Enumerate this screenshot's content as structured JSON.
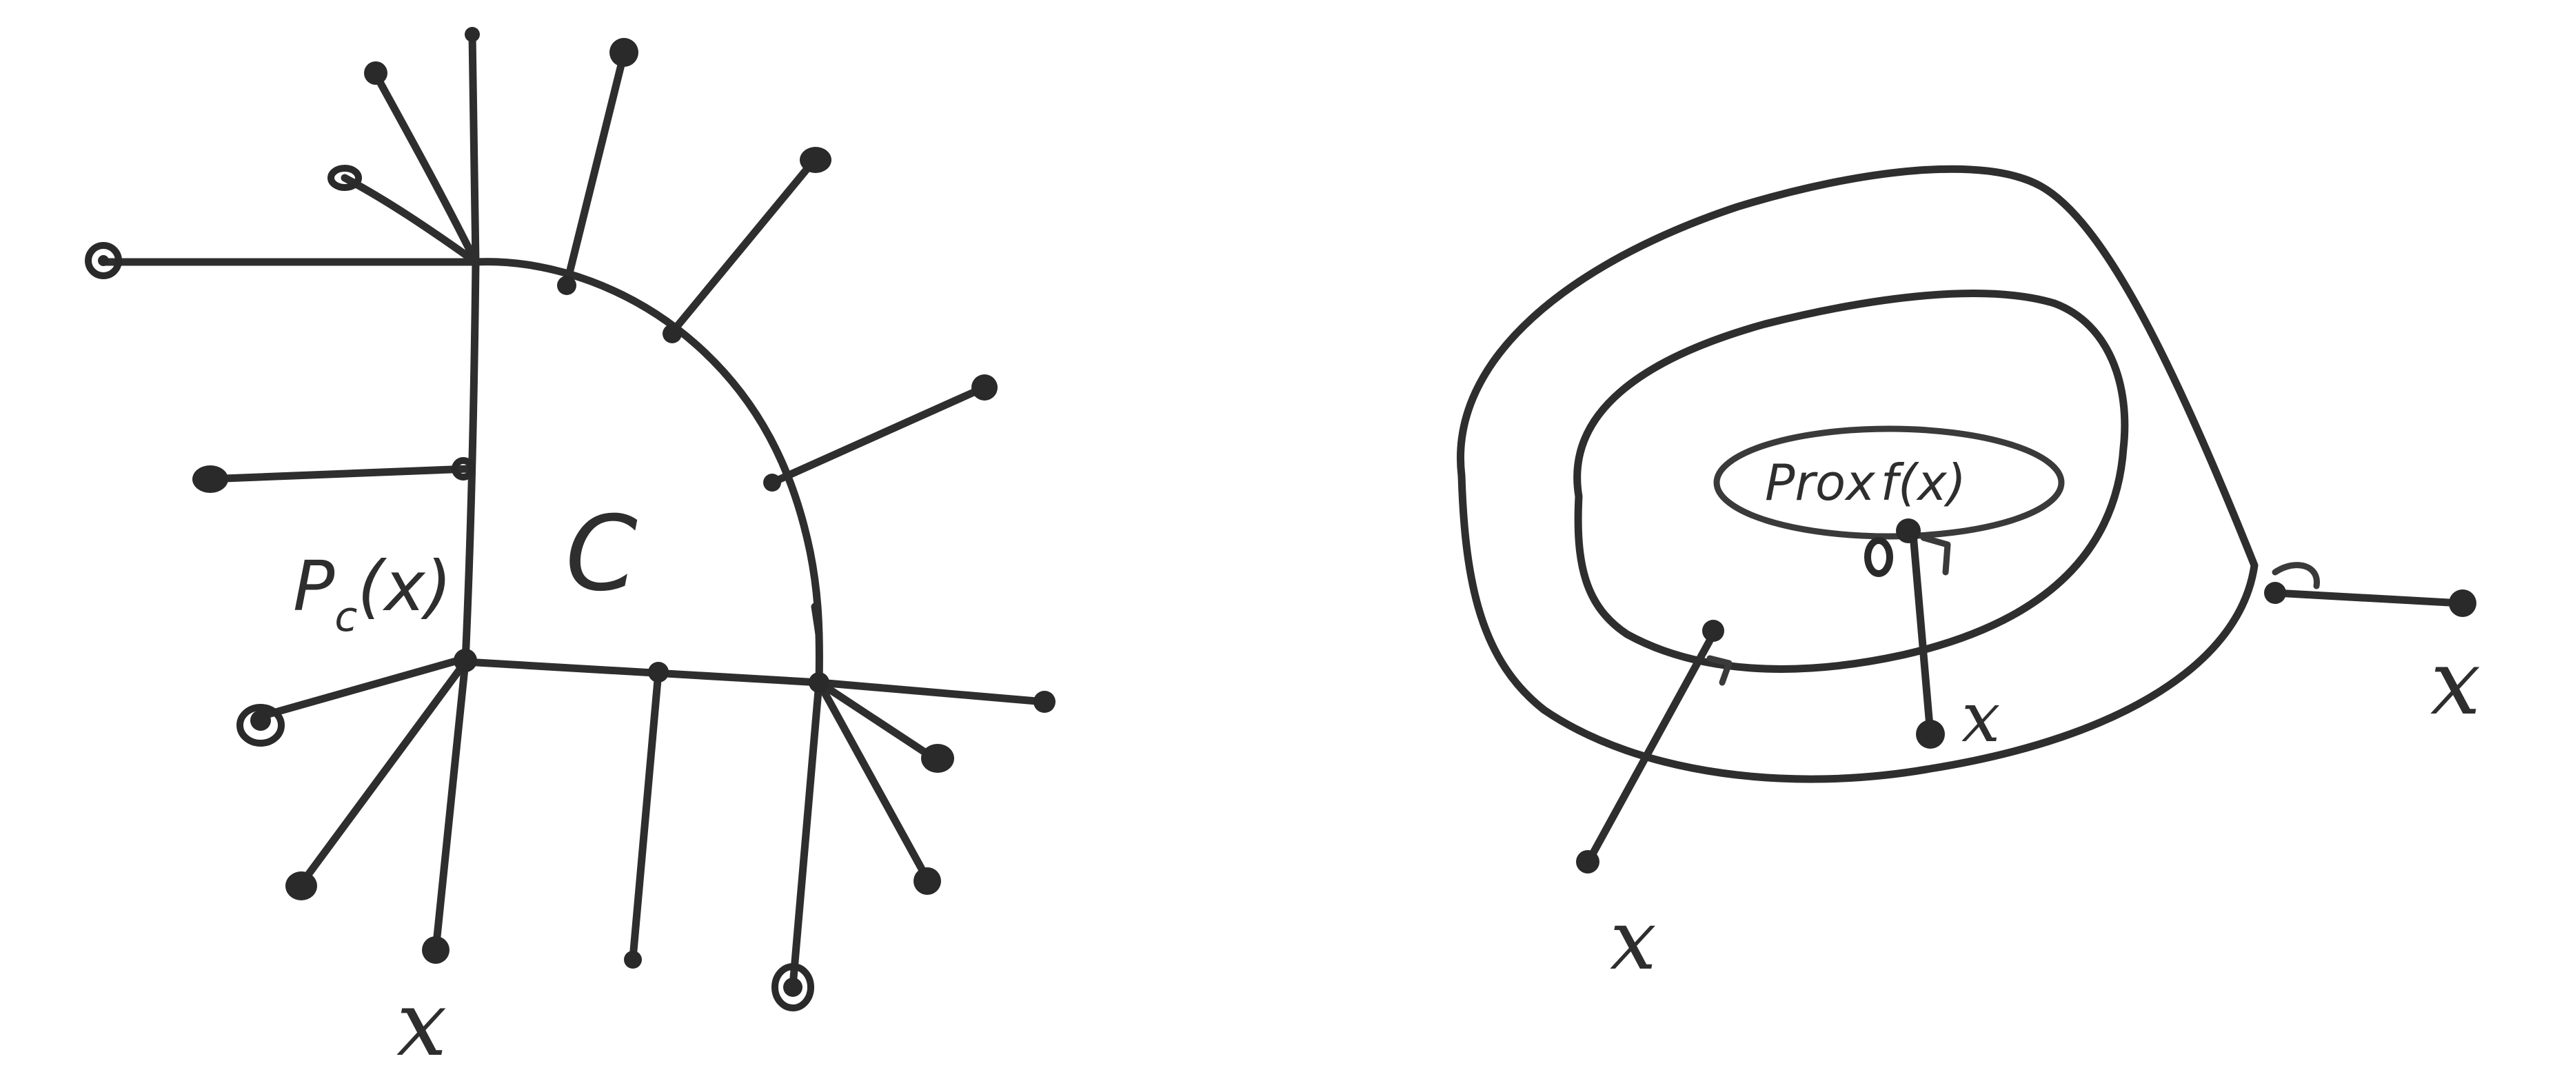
{
  "left_panel": {
    "set_label": "C",
    "projection_label": "P",
    "projection_subscript": "c",
    "projection_arg": "(x)",
    "point_label": "x"
  },
  "right_panel": {
    "prox_label": "Prox",
    "prox_arg": "f(x)",
    "inner_point_label": "x",
    "outer_point_label": "x",
    "lower_point_label": "x"
  }
}
